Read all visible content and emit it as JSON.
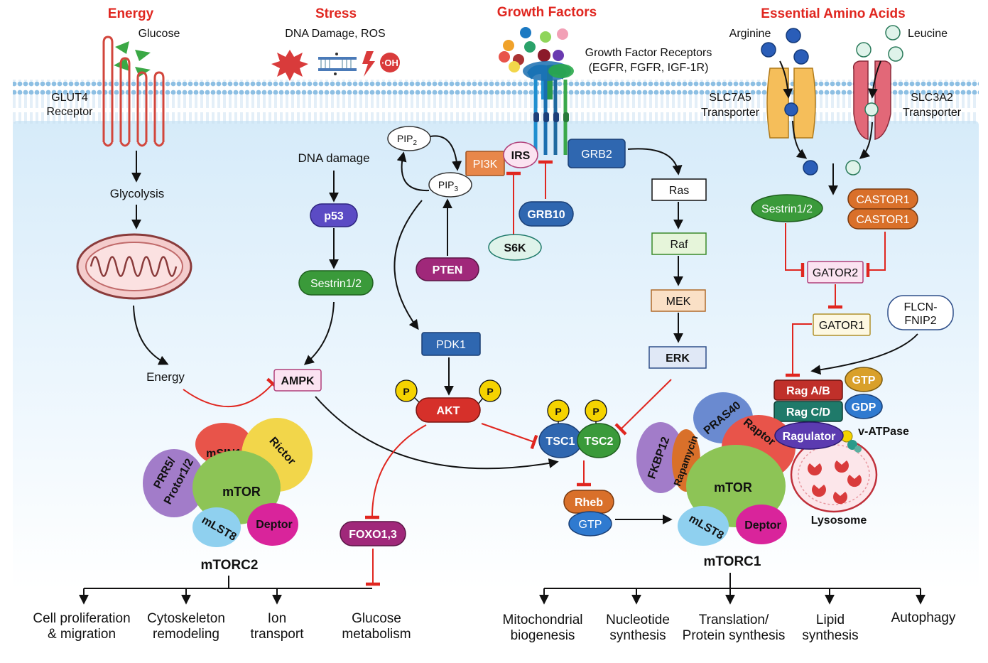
{
  "headers": {
    "energy": "Energy",
    "stress": "Stress",
    "growth": "Growth Factors",
    "amino": "Essential Amino Acids"
  },
  "labels": {
    "glucose": "Glucose",
    "dna_ros": "DNA Damage, ROS",
    "oh_radical": "·OH",
    "gfr_line1": "Growth Factor Receptors",
    "gfr_line2": "(EGFR, FGFR, IGF-1R)",
    "arginine": "Arginine",
    "leucine": "Leucine",
    "glut4_line1": "GLUT4",
    "glut4_line2": "Receptor",
    "slc7a5_line1": "SLC7A5",
    "slc7a5_line2": "Transporter",
    "slc3a2_line1": "SLC3A2",
    "slc3a2_line2": "Transporter",
    "glycolysis": "Glycolysis",
    "dna_damage": "DNA damage",
    "energy_node": "Energy",
    "v_atpase": "v-ATPase",
    "lysosome": "Lysosome"
  },
  "nodes": {
    "p53": "p53",
    "sestrin_left": "Sestrin1/2",
    "ampk": "AMPK",
    "pip2": "PIP",
    "pip2_sub": "2",
    "pip3": "PIP",
    "pip3_sub": "3",
    "pi3k": "PI3K",
    "irs": "IRS",
    "grb2": "GRB2",
    "grb10": "GRB10",
    "s6k": "S6K",
    "pten": "PTEN",
    "pdk1": "PDK1",
    "akt": "AKT",
    "phospho": "P",
    "tsc1": "TSC1",
    "tsc2": "TSC2",
    "rheb": "Rheb",
    "gtp_rheb": "GTP",
    "foxo": "FOXO1,3",
    "ras": "Ras",
    "raf": "Raf",
    "mek": "MEK",
    "erk": "ERK",
    "sestrin_right": "Sestrin1/2",
    "castor_top": "CASTOR1",
    "castor_bottom": "CASTOR1",
    "gator2": "GATOR2",
    "gator1": "GATOR1",
    "flcn_line1": "FLCN-",
    "flcn_line2": "FNIP2",
    "rag_ab": "Rag A/B",
    "rag_cd": "Rag C/D",
    "gtp_rag": "GTP",
    "gdp_rag": "GDP",
    "ragulator": "Ragulator"
  },
  "mtorc2": {
    "title": "mTORC2",
    "msin1": "mSIN1",
    "rictor": "Rictor",
    "prr5_line1": "PRR5/",
    "prr5_line2": "Protor1/2",
    "mtor": "mTOR",
    "mlst8": "mLST8",
    "deptor": "Deptor"
  },
  "mtorc1": {
    "title": "mTORC1",
    "pras40": "PRAS40",
    "fkbp12": "FKBP12",
    "rapamycin": "Rapamycin",
    "raptor": "Raptor",
    "mtor": "mTOR",
    "mlst8": "mLST8",
    "deptor": "Deptor"
  },
  "outputs_left": [
    {
      "line1": "Cell proliferation",
      "line2": "& migration"
    },
    {
      "line1": "Cytoskeleton",
      "line2": "remodeling"
    },
    {
      "line1": "Ion",
      "line2": "transport"
    },
    {
      "line1": "Glucose",
      "line2": "metabolism"
    }
  ],
  "outputs_right": [
    {
      "line1": "Mitochondrial",
      "line2": "biogenesis"
    },
    {
      "line1": "Nucleotide",
      "line2": "synthesis"
    },
    {
      "line1": "Translation/",
      "line2": "Protein synthesis"
    },
    {
      "line1": "Lipid",
      "line2": "synthesis"
    },
    {
      "line1": "Autophagy",
      "line2": ""
    }
  ],
  "colors": {
    "header_red": "#e0261f",
    "membrane": "#9fc8e8",
    "cytoplasm": "#e6f3fc",
    "inhibition": "#e0261f",
    "purple_node": "#5b4bc4",
    "green_node": "#3a9a3a",
    "magenta_node": "#a0287a",
    "blue_node": "#2f67b0",
    "orange_node": "#e08a4a",
    "teal_node": "#1f7a6a",
    "mtor_green": "#8dc456"
  }
}
